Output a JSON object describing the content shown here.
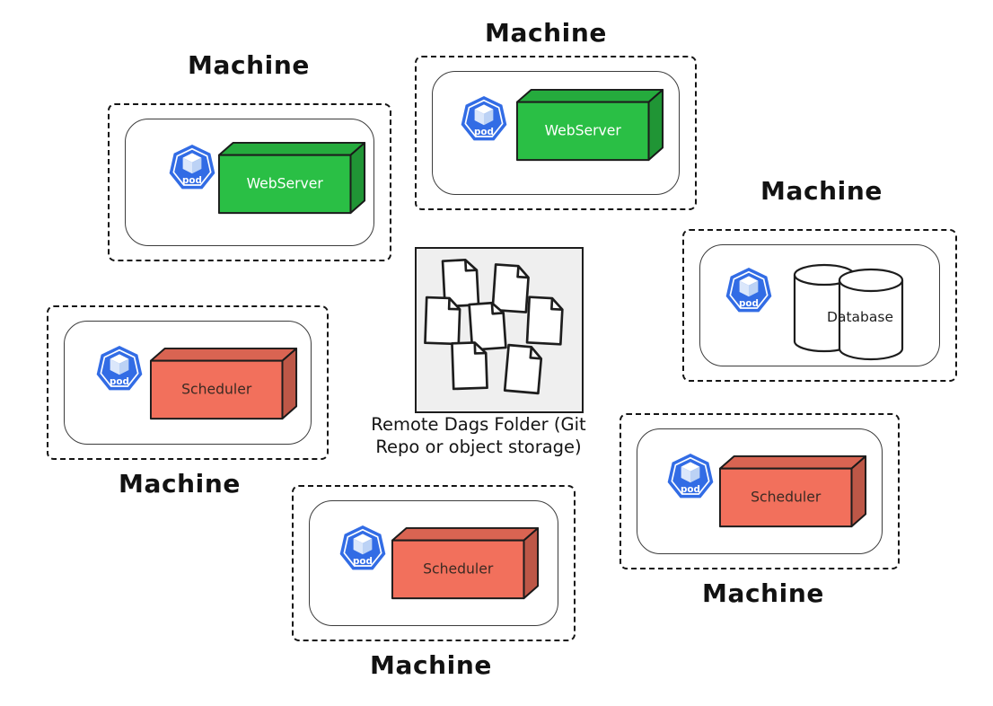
{
  "diagram": {
    "machine_label": "Machine",
    "pod_label": "pod",
    "machines": [
      {
        "id": "webserver-1",
        "app": {
          "label": "WebServer",
          "color": "#2abf45",
          "label_color": "#ffffff"
        }
      },
      {
        "id": "webserver-2",
        "app": {
          "label": "WebServer",
          "color": "#2abf45",
          "label_color": "#ffffff"
        }
      },
      {
        "id": "database",
        "app": {
          "label": "Database",
          "color": "#ffffff",
          "label_color": "#1e1e1e"
        }
      },
      {
        "id": "scheduler-1",
        "app": {
          "label": "Scheduler",
          "color": "#f2705c",
          "label_color": "#3b2a23"
        }
      },
      {
        "id": "scheduler-2",
        "app": {
          "label": "Scheduler",
          "color": "#f2705c",
          "label_color": "#3b2a23"
        }
      },
      {
        "id": "scheduler-3",
        "app": {
          "label": "Scheduler",
          "color": "#f2705c",
          "label_color": "#3b2a23"
        }
      }
    ],
    "dags_folder": {
      "caption_line1": "Remote Dags Folder (Git",
      "caption_line2": "Repo or object storage)",
      "document_count": 7
    },
    "colors": {
      "webserver_green": "#2abf45",
      "scheduler_red": "#f2705c",
      "pod_blue": "#326ce5",
      "folder_gray": "#efefef"
    }
  }
}
